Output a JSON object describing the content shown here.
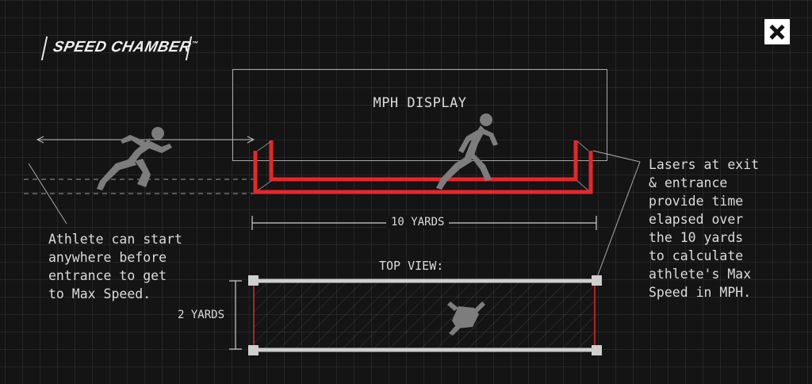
{
  "logo": {
    "text": "SPEED CHAMBER",
    "mark": "™"
  },
  "display": {
    "label": "MPH DISPLAY"
  },
  "dimensions": {
    "length": "10 YARDS",
    "width": "2 YARDS",
    "top_view": "TOP VIEW:"
  },
  "notes": {
    "athlete": [
      "Athlete can start",
      "anywhere before",
      "entrance to get",
      "to Max Speed."
    ],
    "lasers": [
      "Lasers at exit",
      "& entrance",
      "provide time",
      "elapsed over",
      "the 10 yards",
      "to calculate",
      "athlete's Max",
      "Speed in MPH."
    ]
  },
  "icons": {
    "close": "close-icon",
    "runner": "runner-icon",
    "runner_top": "runner-top-view-icon"
  },
  "colors": {
    "background": "#141414",
    "laser_red": "#e8262a",
    "lines": "#cfcfcf"
  }
}
